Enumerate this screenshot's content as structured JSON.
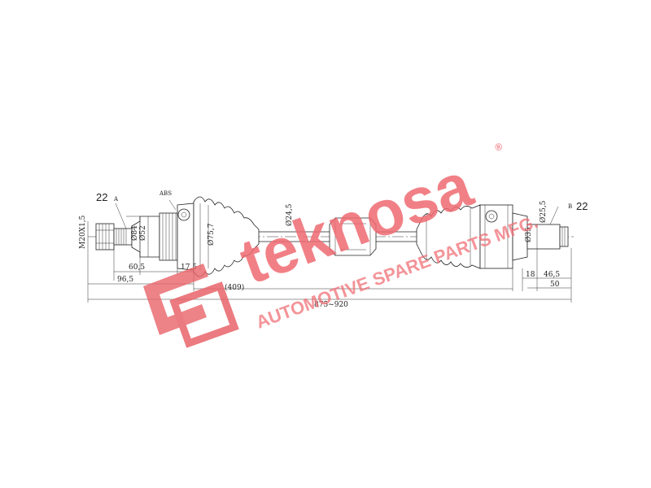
{
  "callouts": {
    "left_spline": "22",
    "right_spline": "22",
    "left_marker": "A",
    "right_marker": "B",
    "abs": "ABS"
  },
  "dimensions": {
    "thread": "M20X1,5",
    "d84": "Ø84",
    "d52": "Ø52",
    "d75": "Ø75,7",
    "d24": "Ø24,5",
    "d35": "Ø35",
    "d25": "Ø25,5",
    "l60": "60,5",
    "l17": "17,5",
    "l96": "96,5",
    "l409": "(409)",
    "overall": "875~920",
    "r18": "18",
    "r46": "46,5",
    "r50": "50"
  },
  "watermark": {
    "brand": "teknosa",
    "tagline": "AUTOMOTIVE SPARE PARTS MFG.",
    "registered": "®"
  }
}
